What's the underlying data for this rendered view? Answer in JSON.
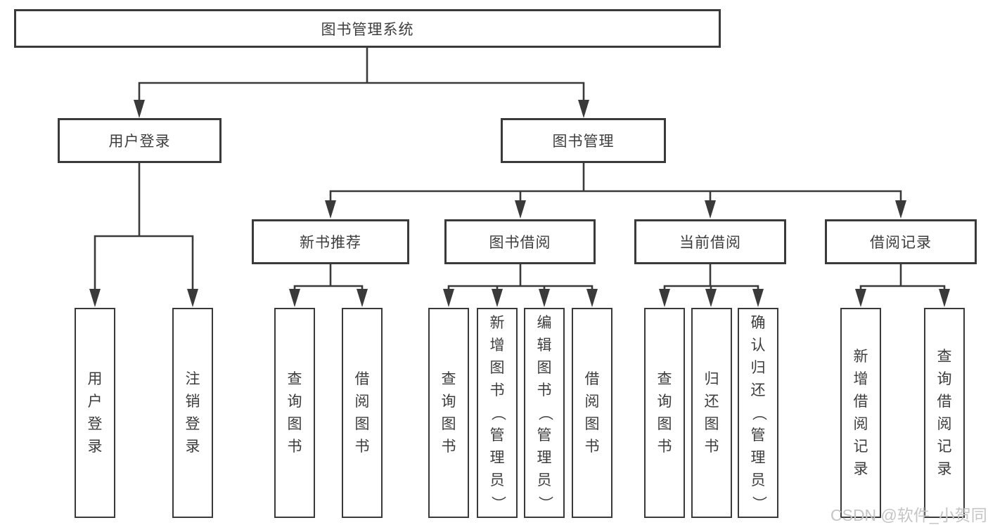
{
  "diagram": {
    "root": "图书管理系统",
    "user_branch": {
      "label": "用户登录",
      "children": [
        "用户登录",
        "注销登录"
      ]
    },
    "mgmt_branch": {
      "label": "图书管理",
      "sections": [
        {
          "label": "新书推荐",
          "children": [
            "查询图书",
            "借阅图书"
          ]
        },
        {
          "label": "图书借阅",
          "children": [
            "查询图书",
            "新增图书（管理员）",
            "编辑图书（管理员）",
            "借阅图书"
          ]
        },
        {
          "label": "当前借阅",
          "children": [
            "查询图书",
            "归还图书",
            "确认归还（管理员）"
          ]
        },
        {
          "label": "借阅记录",
          "children": [
            "新增借阅记录",
            "查询借阅记录"
          ]
        }
      ]
    }
  },
  "watermark": "CSDN @软件_小贺同学",
  "colors": {
    "line": "#3a3a3a",
    "text": "#3d3d3d",
    "background": "#ffffff",
    "watermark": "#c5c5c5"
  }
}
